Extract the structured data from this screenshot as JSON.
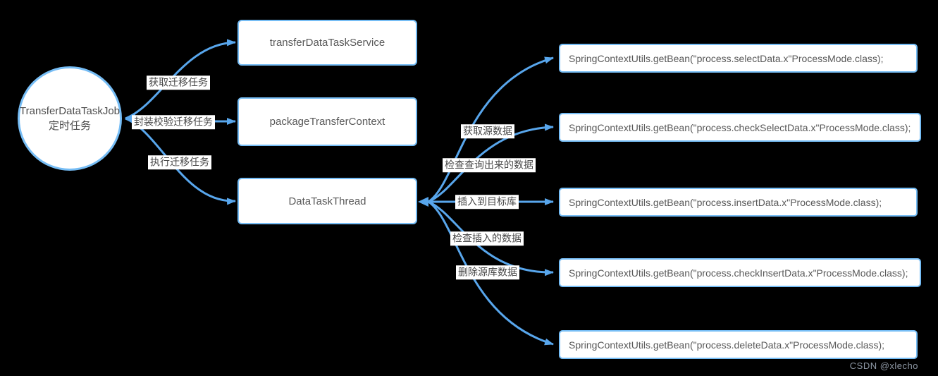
{
  "diagram": {
    "root": {
      "line1": "TransferDataTaskJob",
      "line2": "定时任务"
    },
    "level1_nodes": [
      {
        "label": "transferDataTaskService"
      },
      {
        "label": "packageTransferContext"
      },
      {
        "label": "DataTaskThread"
      }
    ],
    "level1_edge_labels": [
      {
        "text": "获取迁移任务"
      },
      {
        "text": "封装校验迁移任务"
      },
      {
        "text": "执行迁移任务"
      }
    ],
    "level2_nodes": [
      {
        "label": "SpringContextUtils.getBean(\"process.selectData.x\"ProcessMode.class);"
      },
      {
        "label": "SpringContextUtils.getBean(\"process.checkSelectData.x\"ProcessMode.class);"
      },
      {
        "label": "SpringContextUtils.getBean(\"process.insertData.x\"ProcessMode.class);"
      },
      {
        "label": "SpringContextUtils.getBean(\"process.checkInsertData.x\"ProcessMode.class);"
      },
      {
        "label": "SpringContextUtils.getBean(\"process.deleteData.x\"ProcessMode.class);"
      }
    ],
    "level2_edge_labels": [
      {
        "text": "获取源数据"
      },
      {
        "text": "检查查询出来的数据"
      },
      {
        "text": "插入到目标库"
      },
      {
        "text": "检查插入的数据"
      },
      {
        "text": "删除源库数据"
      }
    ],
    "colors": {
      "background": "#000000",
      "edge": "#58A6EC",
      "node_border": "#76BDF5",
      "node_fill": "#ffffff",
      "node_text": "#595959"
    }
  },
  "watermark": "CSDN @xlecho"
}
